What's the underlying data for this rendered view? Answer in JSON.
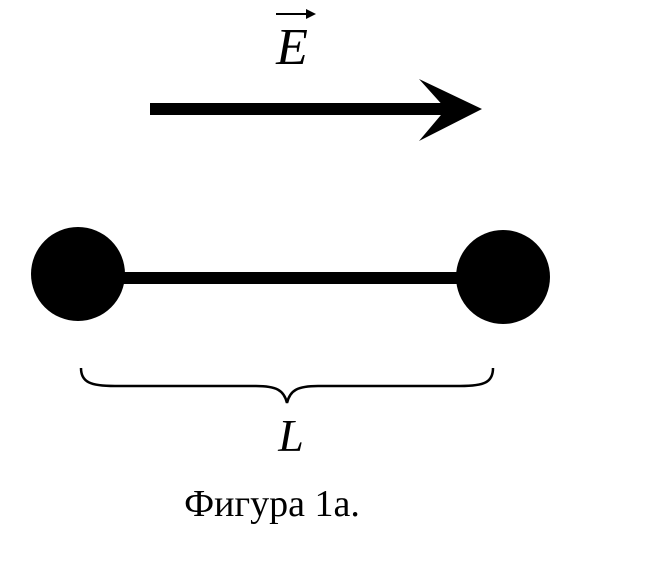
{
  "field": {
    "symbol": "E"
  },
  "dumbbell": {
    "length_label": "L"
  },
  "caption": "Фигура 1а."
}
